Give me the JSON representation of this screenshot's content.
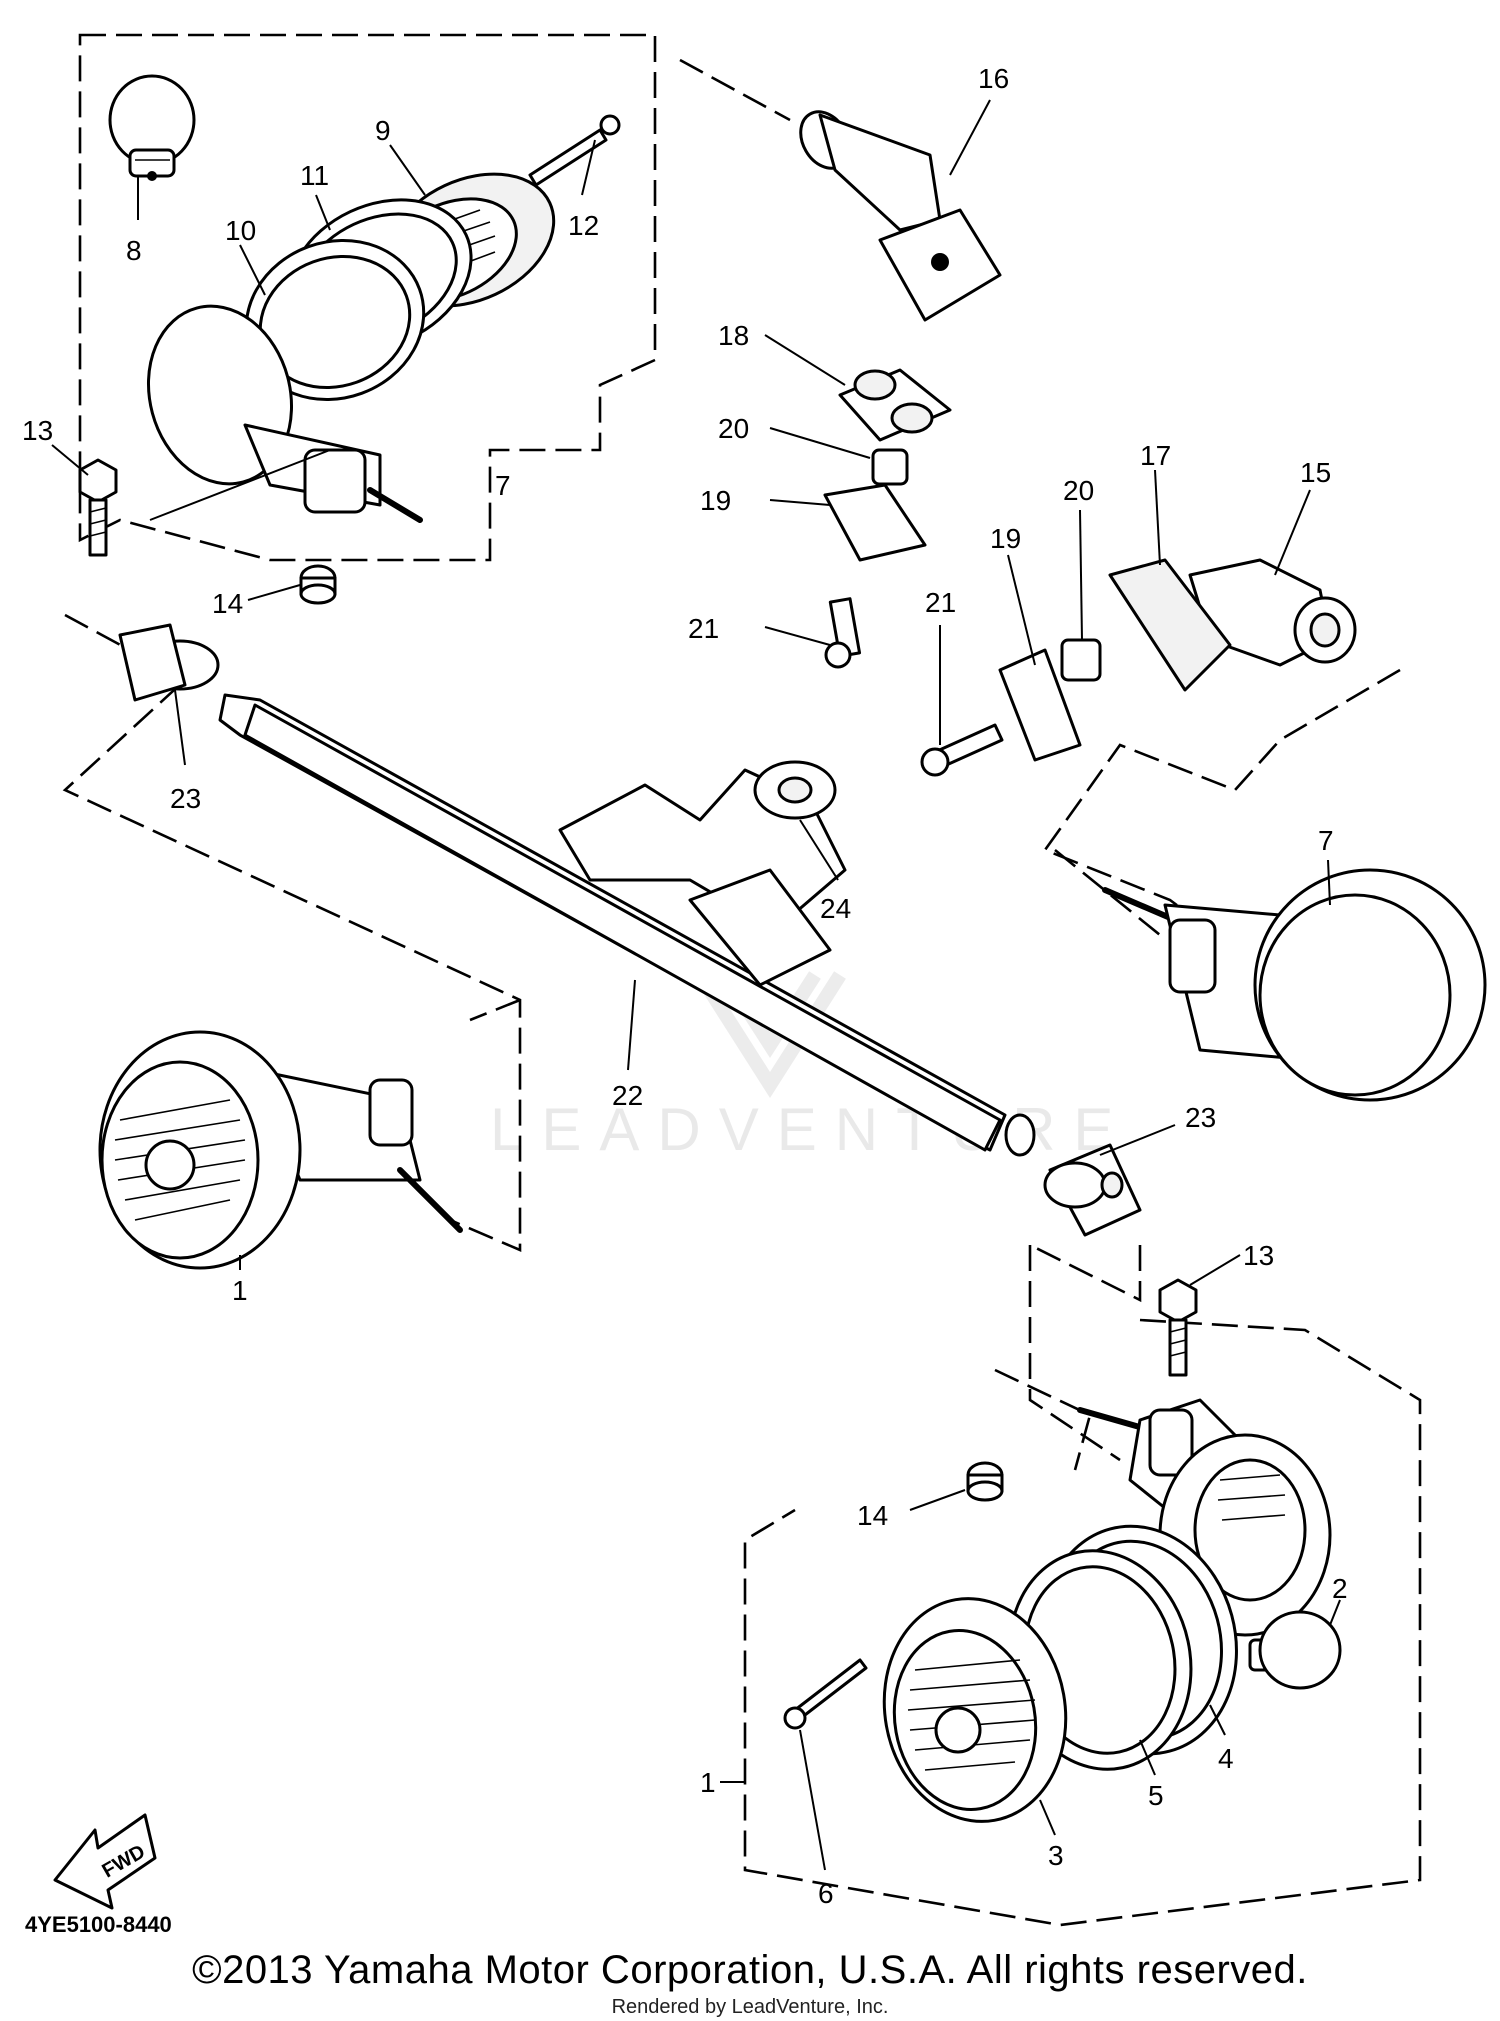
{
  "diagram": {
    "code": "4YE5100-8440",
    "fwd_label": "FWD",
    "watermark": "LEADVENTURE",
    "callouts": {
      "c1a": "1",
      "c1b": "1",
      "c2": "2",
      "c3": "3",
      "c4": "4",
      "c5": "5",
      "c6": "6",
      "c7a": "7",
      "c7b": "7",
      "c8": "8",
      "c9": "9",
      "c10": "10",
      "c11": "11",
      "c12": "12",
      "c13a": "13",
      "c13b": "13",
      "c14a": "14",
      "c14b": "14",
      "c15": "15",
      "c16": "16",
      "c17": "17",
      "c18": "18",
      "c19a": "19",
      "c19b": "19",
      "c20a": "20",
      "c20b": "20",
      "c21a": "21",
      "c21b": "21",
      "c22": "22",
      "c23a": "23",
      "c23b": "23",
      "c24": "24"
    }
  },
  "footer": {
    "copyright": "©2013 Yamaha Motor Corporation, U.S.A. All rights reserved.",
    "rendered_by": "Rendered by LeadVenture, Inc."
  }
}
